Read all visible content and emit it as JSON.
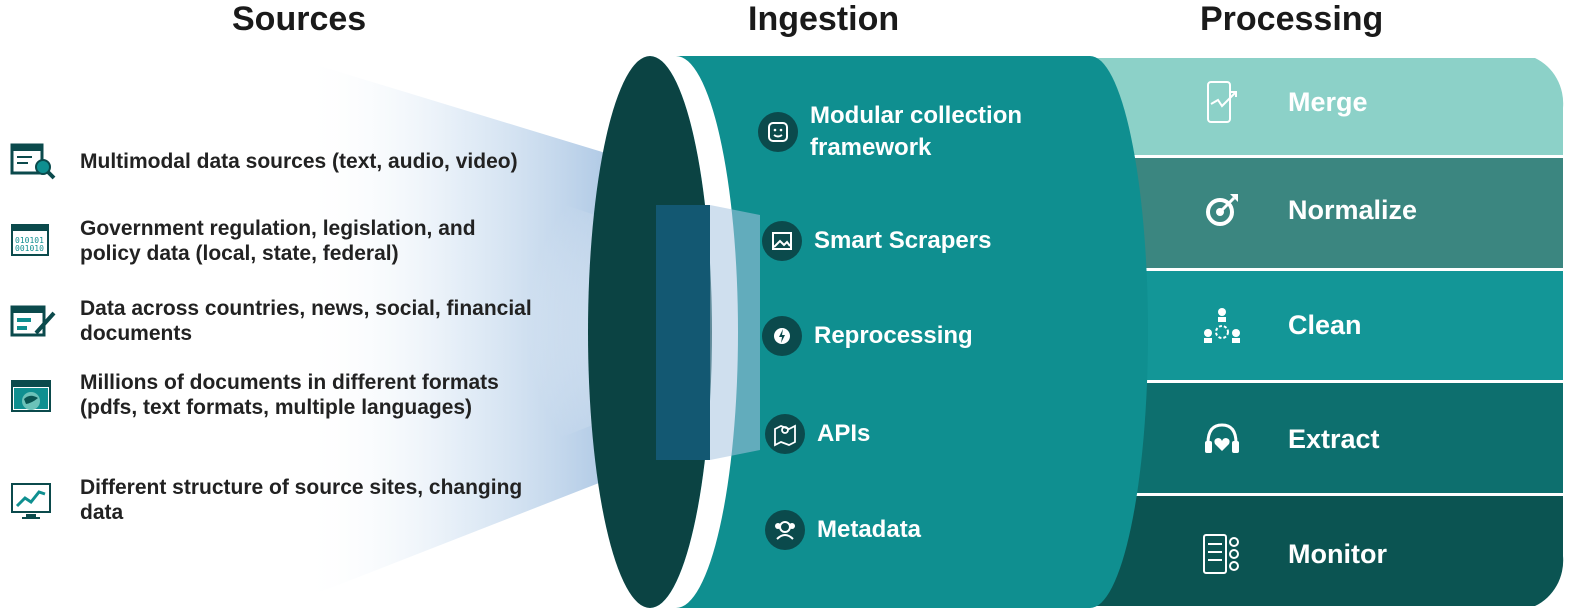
{
  "headers": {
    "sources": "Sources",
    "ingestion": "Ingestion",
    "processing": "Processing"
  },
  "sources": [
    {
      "icon": "browser-search-icon",
      "text": "Multimodal data sources (text, audio, video)"
    },
    {
      "icon": "binary-code-window-icon",
      "text": "Government regulation, legislation, and policy data (local, state, federal)"
    },
    {
      "icon": "edit-document-icon",
      "text": "Data across countries, news, social, financial documents"
    },
    {
      "icon": "globe-window-icon",
      "text": "Millions of documents in different formats (pdfs, text formats, multiple languages)"
    },
    {
      "icon": "monitor-chart-icon",
      "text": "Different structure of source sites, changing data"
    }
  ],
  "ingestion": [
    {
      "icon": "smiley-module-icon",
      "text": "Modular collection framework"
    },
    {
      "icon": "image-scraper-icon",
      "text": "Smart Scrapers"
    },
    {
      "icon": "process-gear-icon",
      "text": "Reprocessing"
    },
    {
      "icon": "map-pin-icon",
      "text": "APIs"
    },
    {
      "icon": "people-search-icon",
      "text": "Metadata"
    }
  ],
  "processing": [
    {
      "icon": "tablet-chart-icon",
      "text": "Merge"
    },
    {
      "icon": "target-icon",
      "text": "Normalize"
    },
    {
      "icon": "team-network-icon",
      "text": "Clean"
    },
    {
      "icon": "headset-heart-icon",
      "text": "Extract"
    },
    {
      "icon": "checklist-monitor-icon",
      "text": "Monitor"
    }
  ],
  "colors": {
    "ingestion_body": "#0f8f90",
    "ingestion_end": "#0b4343",
    "merge": "#8cd1c8",
    "normalize": "#3b8680",
    "clean": "#139697",
    "extract": "#0d6f6e",
    "monitor": "#0b5452"
  }
}
